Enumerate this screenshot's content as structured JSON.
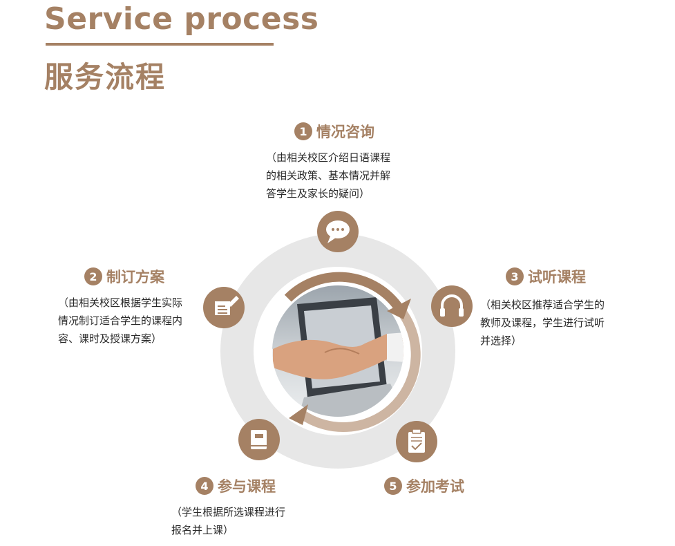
{
  "header": {
    "en_title": "Service process",
    "cn_title": "服务流程"
  },
  "colors": {
    "accent": "#a58164",
    "ring": "#e6e6e6",
    "text": "#2a2a2a"
  },
  "steps": [
    {
      "num": "1",
      "title": "情况咨询",
      "icon": "chat-bubbles-icon",
      "desc": [
        "（由相关校区介绍日语课程",
        "的相关政策、基本情况并解",
        "答学生及家长的疑问）"
      ]
    },
    {
      "num": "2",
      "title": "制订方案",
      "icon": "document-pen-icon",
      "desc": [
        "（由相关校区根据学生实际",
        "情况制订适合学生的课程内",
        "容、课时及授课方案）"
      ]
    },
    {
      "num": "3",
      "title": "试听课程",
      "icon": "headphones-icon",
      "desc": [
        "（相关校区推荐适合学生的",
        "教师及课程，学生进行试听",
        "并选择）"
      ]
    },
    {
      "num": "4",
      "title": "参与课程",
      "icon": "book-icon",
      "desc": [
        "（学生根据所选课程进行",
        "报名并上课）"
      ]
    },
    {
      "num": "5",
      "title": "参加考试",
      "icon": "clipboard-check-icon",
      "desc": []
    }
  ]
}
